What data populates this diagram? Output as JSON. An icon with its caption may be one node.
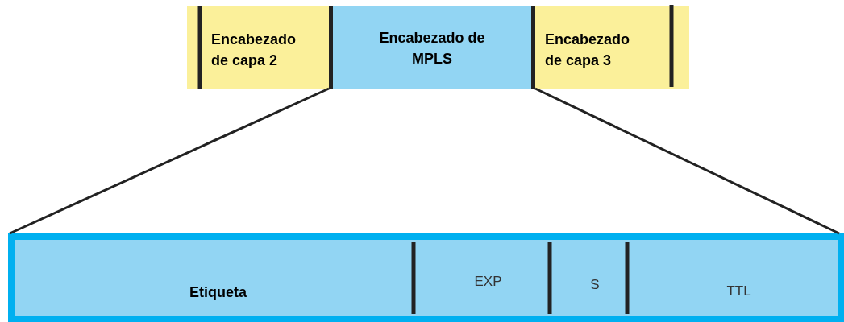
{
  "diagram": {
    "nodes": [
      {
        "text": [
          "Encabezado de capa 2"
        ]
      },
      {
        "text": [
          "Encabezado de MPLS"
        ]
      },
      {
        "text": [
          "Encabezado de capa 3"
        ]
      },
      {
        "text": [],
        "shape": "box"
      },
      {
        "text": [
          "Etiqueta"
        ],
        "in": 3
      },
      {
        "text": [
          "EXP"
        ],
        "in": 3
      },
      {
        "text": [
          "S"
        ],
        "in": 3
      },
      {
        "text": [
          "TTL"
        ],
        "in": 3
      }
    ],
    "edges": [
      {
        "from": 1,
        "to": 3,
        "arrow": "none"
      },
      {
        "from": 1,
        "to": 3,
        "arrow": "none"
      }
    ]
  }
}
